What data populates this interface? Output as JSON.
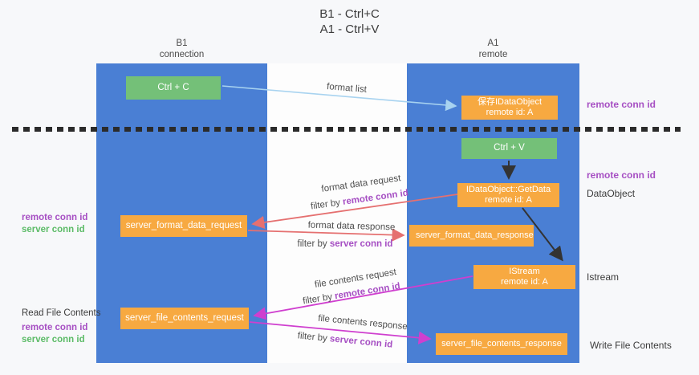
{
  "title": {
    "line1": "B1 - Ctrl+C",
    "line2": "A1 - Ctrl+V"
  },
  "lanes": {
    "left": {
      "name": "B1",
      "role": "connection"
    },
    "right": {
      "name": "A1",
      "role": "remote"
    }
  },
  "nodes": {
    "ctrl_c": "Ctrl + C",
    "ctrl_v": "Ctrl + V",
    "save_dataobject": {
      "line1": "保存IDataObject",
      "line2": "remote id: A"
    },
    "getdata": {
      "line1": "IDataObject::GetData",
      "line2": "remote id: A"
    },
    "istream": {
      "line1": "IStream",
      "line2": "remote id: A"
    },
    "server_format_data_request": "server_format_data_request",
    "server_format_data_response": "server_format_data_response",
    "server_file_contents_request": "server_file_contents_request",
    "server_file_contents_response": "server_file_contents_response"
  },
  "arrow_labels": {
    "format_list": "format list",
    "format_data_request": "format data request",
    "format_data_response": "format data response",
    "file_contents_request": "file contents request",
    "file_contents_response": "file contents response",
    "filter_by": "filter by ",
    "remote_conn_id": "remote conn id",
    "server_conn_id": "server conn id"
  },
  "side_labels": {
    "remote_conn_id": "remote conn id",
    "server_conn_id": "server conn id",
    "dataobject": "DataObject",
    "istream": "Istream",
    "read_file_contents": "Read File Contents",
    "write_file_contents": "Write File Contents"
  },
  "colors": {
    "lane_blue": "#4a7fd4",
    "box_orange": "#f7a941",
    "box_green": "#74c078",
    "arrow_red": "#e57070",
    "arrow_magenta": "#cf3fcf",
    "arrow_blue": "#a8d3f0",
    "arrow_black": "#333333",
    "text_purple": "#a64fc3",
    "text_green": "#5bbb66"
  }
}
